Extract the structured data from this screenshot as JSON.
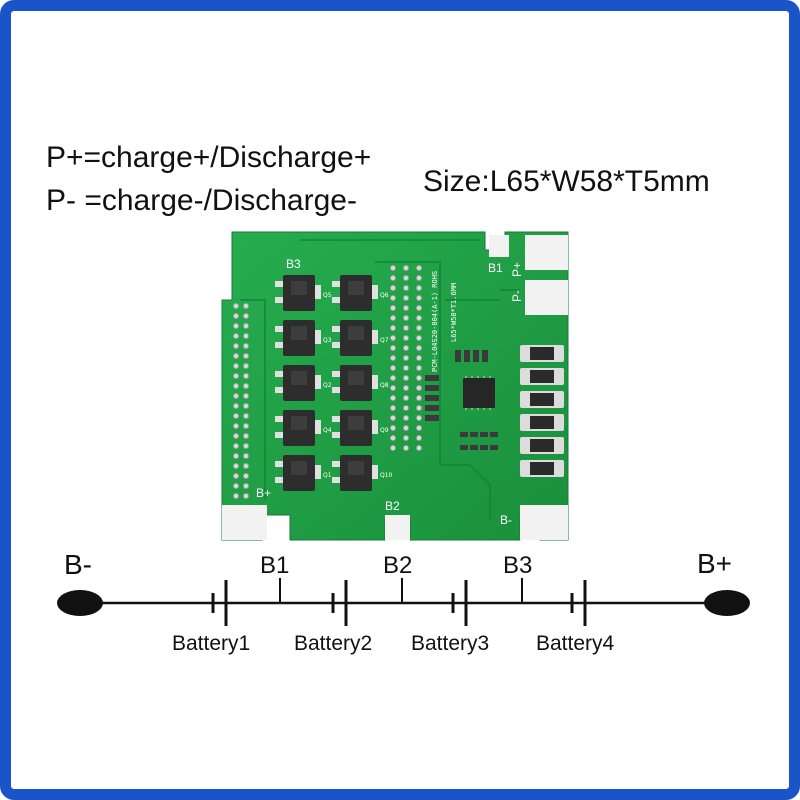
{
  "title": {
    "line1": "P+=charge+/Discharge+",
    "line2": "P- =charge-/Discharge-",
    "size": "Size:L65*W58*T5mm"
  },
  "board": {
    "silkscreen": {
      "b3": "B3",
      "b1": "B1",
      "b2": "B2",
      "b_plus": "B+",
      "b_minus": "B-",
      "p_plus": "P+",
      "p_minus": "P-",
      "part_number": "PCM-L04S20-804(A-1) ROHS",
      "dims": "L65*W58*T1.6MM"
    },
    "mosfet_labels": [
      "Q5",
      "Q6",
      "Q3",
      "Q7",
      "Q2",
      "Q8",
      "Q4",
      "Q9",
      "Q1",
      "Q10"
    ],
    "colors": {
      "pcb": "#1f9e45",
      "component": "#2e2e2e",
      "pad": "#e6e6e6"
    }
  },
  "diagram": {
    "terminal_left": "B-",
    "terminal_right": "B+",
    "taps": [
      "B1",
      "B2",
      "B3"
    ],
    "batteries": [
      "Battery1",
      "Battery2",
      "Battery3",
      "Battery4"
    ]
  }
}
